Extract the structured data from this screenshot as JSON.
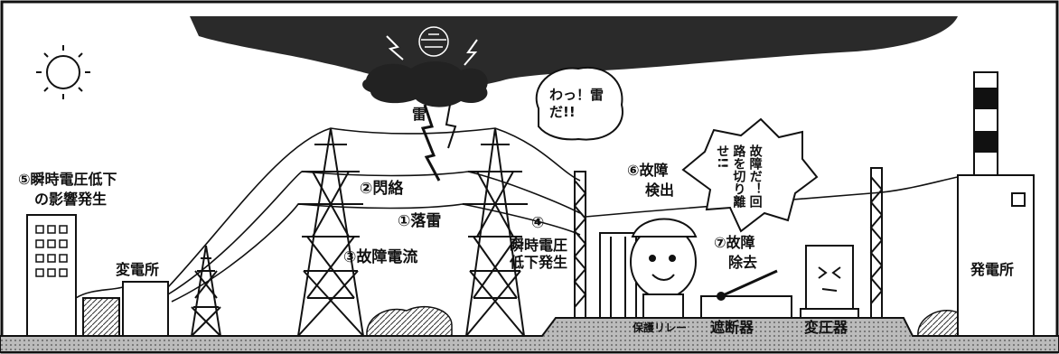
{
  "labels": {
    "ochikaminari": "①落雷",
    "senraku": "②閃絡",
    "koshodenryu": "③故障電流",
    "shunji_num": "④",
    "shunji_text": "瞬時電圧低下発生",
    "eikyo_line1": "⑤瞬時電圧低下",
    "eikyo_line2": "の影響発生",
    "kensyutsu_line1": "⑥故障",
    "kensyutsu_line2": "検出",
    "jokyo_line1": "⑦故障",
    "jokyo_line2": "除去",
    "kaminari": "雷",
    "henden": "変電所",
    "hoden": "発電所",
    "hogo_relay": "保護リレー",
    "shadanki": "遮断器",
    "henatsuki": "変圧器",
    "speech_wa": "わっ！雷だ!!",
    "speech_kosho": "故障だ！回路を切り離せ!!"
  }
}
